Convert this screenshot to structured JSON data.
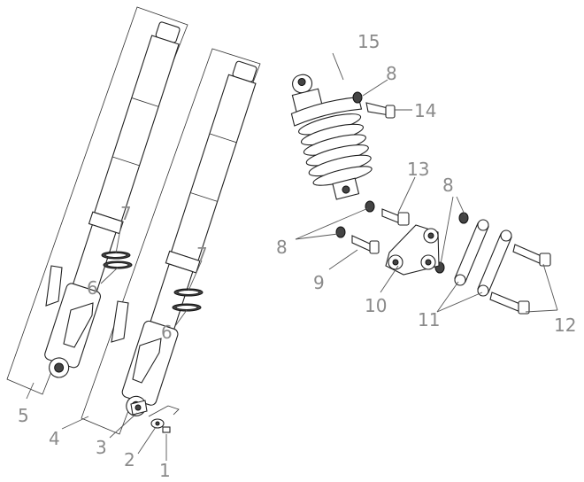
{
  "callouts": [
    {
      "id": "c1",
      "label": "1"
    },
    {
      "id": "c2",
      "label": "2"
    },
    {
      "id": "c3",
      "label": "3"
    },
    {
      "id": "c4",
      "label": "4"
    },
    {
      "id": "c5",
      "label": "5"
    },
    {
      "id": "c6a",
      "label": "6"
    },
    {
      "id": "c6b",
      "label": "6"
    },
    {
      "id": "c7a",
      "label": "7"
    },
    {
      "id": "c7b",
      "label": "7"
    },
    {
      "id": "c8a",
      "label": "8"
    },
    {
      "id": "c8b",
      "label": "8"
    },
    {
      "id": "c8c",
      "label": "8"
    },
    {
      "id": "c9",
      "label": "9"
    },
    {
      "id": "c10",
      "label": "10"
    },
    {
      "id": "c11",
      "label": "11"
    },
    {
      "id": "c12",
      "label": "12"
    },
    {
      "id": "c13",
      "label": "13"
    },
    {
      "id": "c14",
      "label": "14"
    },
    {
      "id": "c15",
      "label": "15"
    }
  ]
}
